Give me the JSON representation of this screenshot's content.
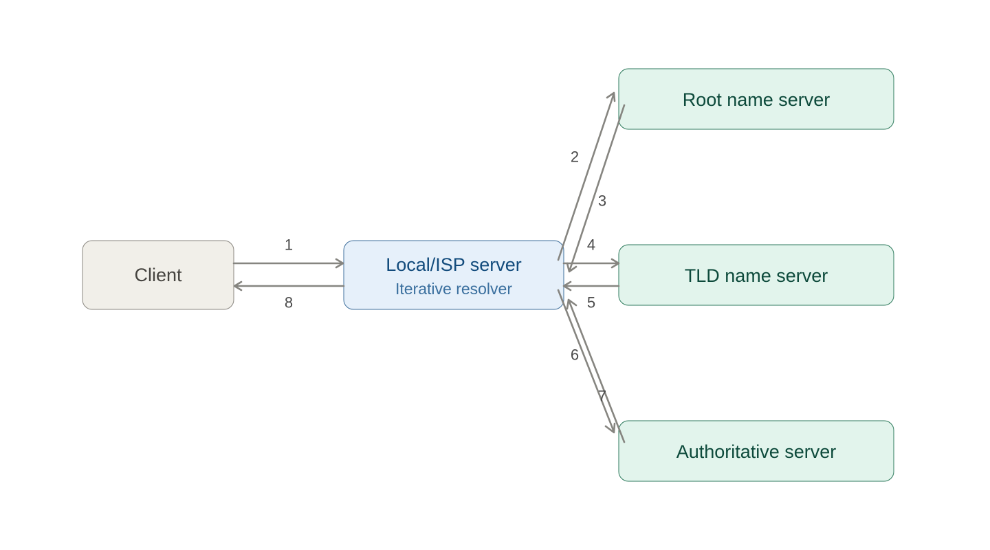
{
  "nodes": {
    "client": {
      "title": "Client"
    },
    "resolver": {
      "title": "Local/ISP server",
      "subtitle": "Iterative resolver"
    },
    "root": {
      "title": "Root name server"
    },
    "tld": {
      "title": "TLD name server"
    },
    "authoritative": {
      "title": "Authoritative server"
    }
  },
  "steps": [
    "1",
    "2",
    "3",
    "4",
    "5",
    "6",
    "7",
    "8"
  ],
  "colors": {
    "client_fill": "#f1efe9",
    "resolver_fill": "#e6f0fa",
    "server_fill": "#e2f4ec",
    "arrow": "#868580"
  }
}
